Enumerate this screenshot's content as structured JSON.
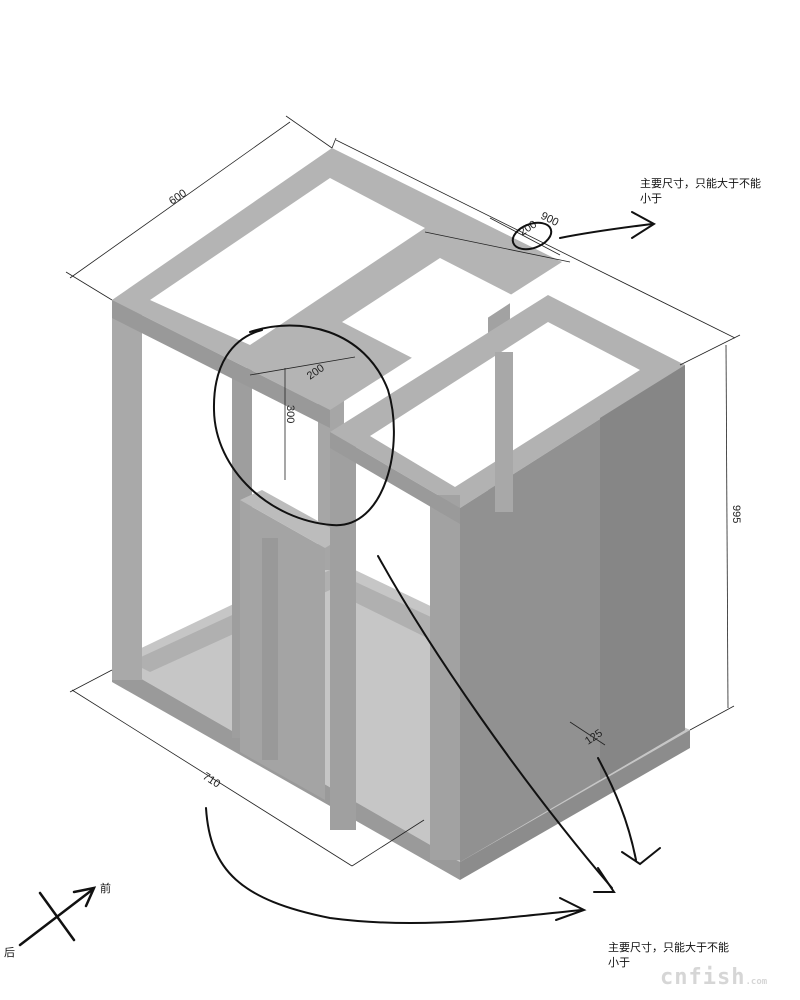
{
  "dimensions": {
    "depth": "600",
    "width": "900",
    "height": "995",
    "front_width": "710",
    "opening_width": "200",
    "opening_height": "300",
    "top_gap": "200",
    "base_gap": "125"
  },
  "notes": {
    "top": "主要尺寸，只能大于不能小于",
    "bottom": "主要尺寸，只能大于不能小于"
  },
  "compass": {
    "front": "前",
    "back": "后"
  },
  "watermark": {
    "main": "cnfish",
    "suffix": ".com"
  },
  "colors": {
    "frame_top": "#b3b3b3",
    "frame_side": "#9d9d9d",
    "frame_dark": "#8a8a8a",
    "panel": "#a8a8a8",
    "floor": "#c6c6c6",
    "ink": "#111111"
  }
}
